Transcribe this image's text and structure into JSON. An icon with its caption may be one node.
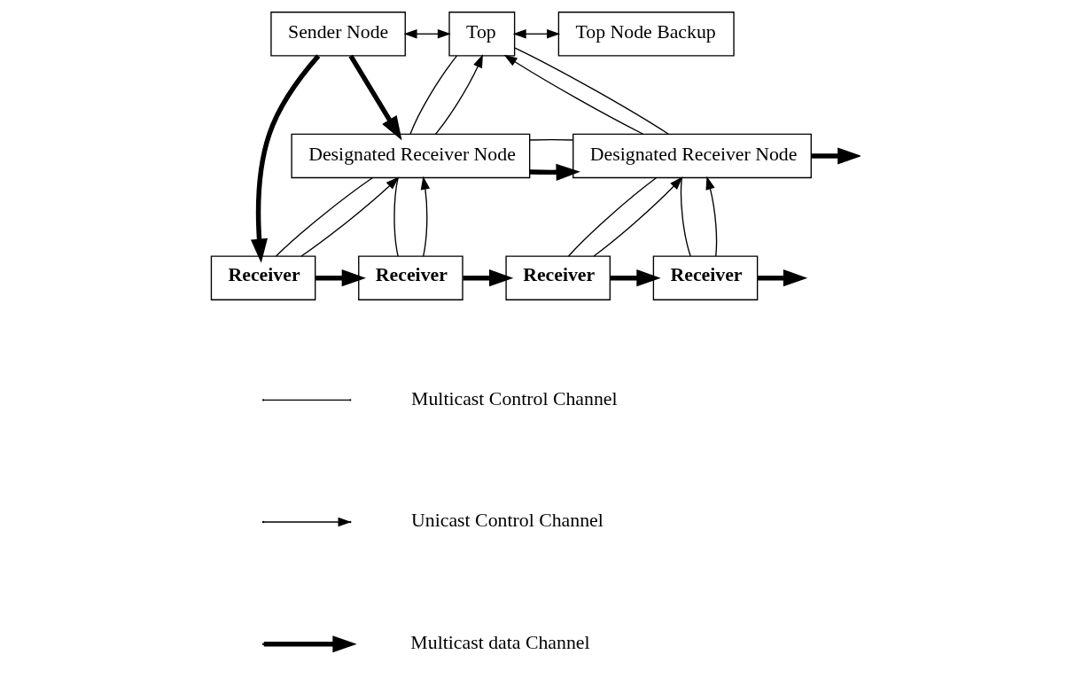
{
  "diagram": {
    "nodes": [
      {
        "text": [
          "Sender Node"
        ]
      },
      {
        "text": [
          "Top"
        ]
      },
      {
        "text": [
          "Top Node Backup"
        ]
      },
      {
        "text": [
          "Designated Receiver Node"
        ]
      },
      {
        "text": [
          "Designated Receiver Node"
        ]
      },
      {
        "text": [
          "Receiver"
        ]
      },
      {
        "text": [
          "Receiver"
        ]
      },
      {
        "text": [
          "Receiver"
        ]
      },
      {
        "text": [
          "Receiver"
        ]
      }
    ],
    "edges": [
      {
        "from": 0,
        "to": 1,
        "arrow": "both"
      },
      {
        "from": 1,
        "to": 2,
        "arrow": "both"
      },
      {
        "from": 3,
        "to": 1,
        "arrow": "none"
      },
      {
        "from": 3,
        "to": 1,
        "arrow": "to"
      },
      {
        "from": 4,
        "to": 1,
        "arrow": "to"
      },
      {
        "from": 4,
        "to": 1,
        "arrow": "none"
      },
      {
        "from": 0,
        "to": 3,
        "arrow": "to",
        "style": "thick"
      },
      {
        "from": 0,
        "to": 5,
        "arrow": "to",
        "style": "thick"
      },
      {
        "from": 3,
        "to": 4,
        "arrow": "to",
        "style": "thick"
      },
      {
        "from": 3,
        "to": 4,
        "arrow": "none"
      },
      {
        "from": 4,
        "to": null,
        "arrow": "to",
        "style": "thick"
      },
      {
        "from": 3,
        "to": 5,
        "arrow": "none"
      },
      {
        "from": 3,
        "to": 6,
        "arrow": "none"
      },
      {
        "from": 4,
        "to": 7,
        "arrow": "none"
      },
      {
        "from": 4,
        "to": 8,
        "arrow": "none"
      },
      {
        "from": 5,
        "to": 3,
        "arrow": "to"
      },
      {
        "from": 6,
        "to": 3,
        "arrow": "to"
      },
      {
        "from": 7,
        "to": 4,
        "arrow": "to"
      },
      {
        "from": 8,
        "to": 4,
        "arrow": "to"
      },
      {
        "from": 5,
        "to": 6,
        "arrow": "to",
        "style": "thick"
      },
      {
        "from": 6,
        "to": 7,
        "arrow": "to",
        "style": "thick"
      },
      {
        "from": 7,
        "to": 8,
        "arrow": "to",
        "style": "thick"
      },
      {
        "from": 8,
        "to": null,
        "arrow": "to",
        "style": "thick"
      }
    ],
    "legend": [
      {
        "text": "Multicast Control Channel"
      },
      {
        "text": "Unicast Control Channel"
      },
      {
        "text": "Multicast data Channel"
      }
    ]
  }
}
